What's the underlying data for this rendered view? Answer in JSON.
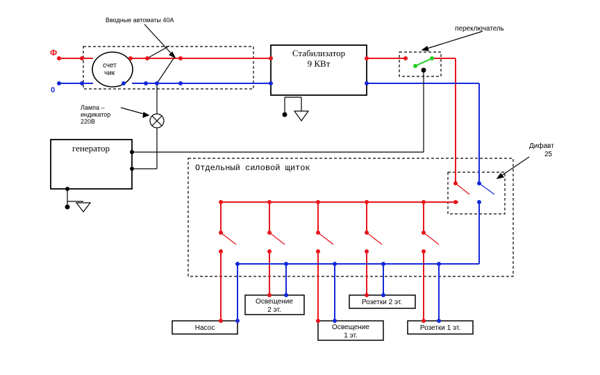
{
  "labels": {
    "input_breakers": "Вводные автоматы 40А",
    "switch": "переключатель",
    "phase": "Ф",
    "zero": "0",
    "meter_line1": "счет",
    "meter_line2": "чик",
    "stabilizer_line1": "Стабилизатор",
    "stabilizer_line2": "9 КВт",
    "lamp_line1": "Лампа –",
    "lamp_line2": "индикатор",
    "lamp_line3": "220В",
    "generator": "генератор",
    "panel": "Отдельный силовой щиток",
    "difavt_line1": "Дифавт",
    "difavt_line2": "25",
    "load_pump": "Насос",
    "load_light2_line1": "Освещение",
    "load_light2_line2": "2 эт.",
    "load_light1_line1": "Освещение",
    "load_light1_line2": "1 эт.",
    "load_socket2": "Розетки 2 эт.",
    "load_socket1": "Розетки 1 эт."
  },
  "colors": {
    "phase": "#e8141b",
    "neutral": "#1428d8",
    "ground": "#000000",
    "switch_contact": "#22cc22"
  }
}
